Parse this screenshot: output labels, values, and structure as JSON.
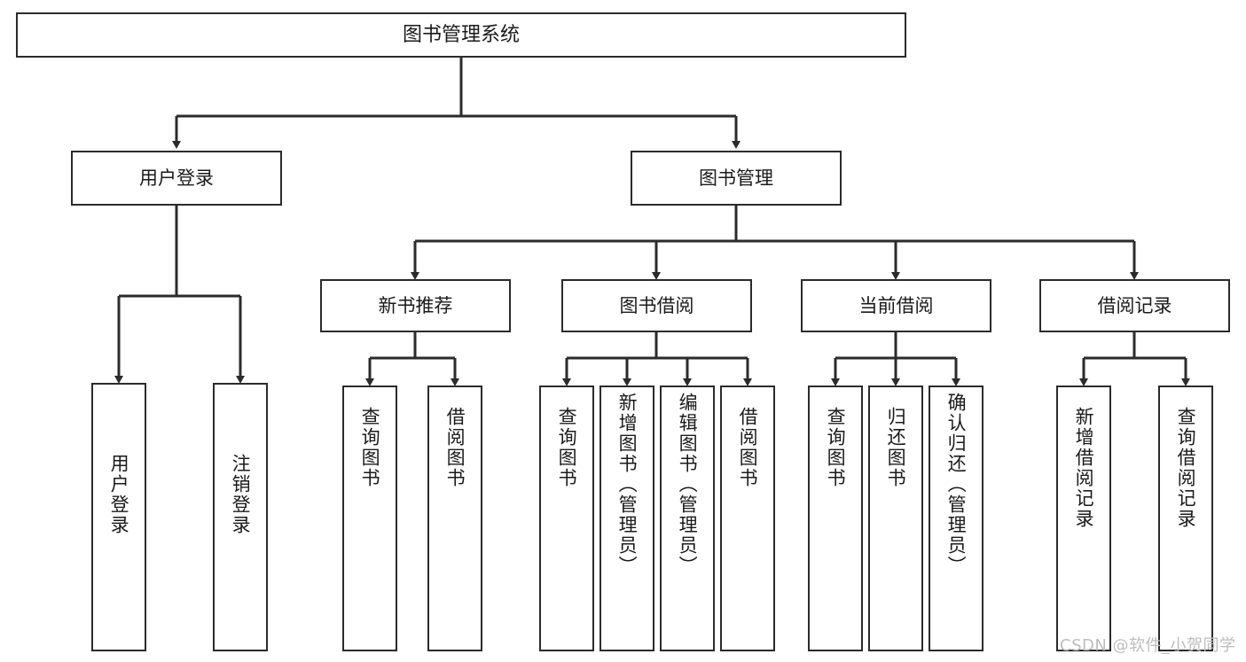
{
  "diagram": {
    "title": "图书管理系统",
    "type": "hierarchy-tree",
    "root": {
      "label": "图书管理系统"
    },
    "level2": [
      {
        "label": "用户登录"
      },
      {
        "label": "图书管理"
      }
    ],
    "level3": [
      {
        "label": "新书推荐"
      },
      {
        "label": "图书借阅"
      },
      {
        "label": "当前借阅"
      },
      {
        "label": "借阅记录"
      }
    ],
    "leaves_user_login": [
      {
        "label": "用户登录"
      },
      {
        "label": "注销登录"
      }
    ],
    "leaves_new_book": [
      {
        "label": "查询图书"
      },
      {
        "label": "借阅图书"
      }
    ],
    "leaves_borrow": [
      {
        "label": "查询图书"
      },
      {
        "label": "新增图书（管理员）"
      },
      {
        "label": "编辑图书（管理员）"
      },
      {
        "label": "借阅图书"
      }
    ],
    "leaves_current": [
      {
        "label": "查询图书"
      },
      {
        "label": "归还图书"
      },
      {
        "label": "确认归还（管理员）"
      }
    ],
    "leaves_records": [
      {
        "label": "新增借阅记录"
      },
      {
        "label": "查询借阅记录"
      }
    ]
  },
  "watermark": {
    "text": "CSDN @软件_小贺同学"
  },
  "colors": {
    "stroke": "#2b2b2b",
    "fill": "#ffffff",
    "text": "#1a1a1a",
    "watermark": "#bdbdbd"
  }
}
